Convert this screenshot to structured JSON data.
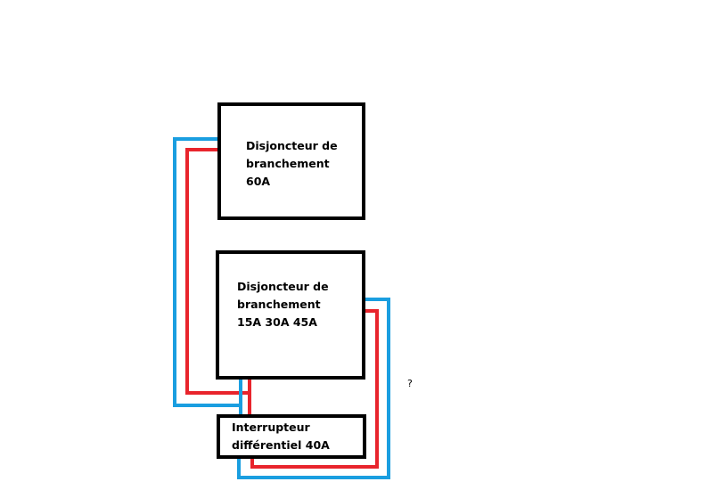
{
  "diagram": {
    "boxes": [
      {
        "id": "main-breaker",
        "lines": [
          "Disjoncteur de",
          "branchement",
          "60A"
        ]
      },
      {
        "id": "sub-breaker",
        "lines": [
          "Disjoncteur de",
          "branchement",
          "15A 30A 45A"
        ]
      },
      {
        "id": "rcd-switch",
        "lines": [
          "Interrupteur",
          "différentiel 40A"
        ]
      }
    ],
    "question": "?",
    "wire_colors": {
      "neutral": "#1a9ee0",
      "phase": "#e8242c",
      "border": "#000000"
    }
  }
}
